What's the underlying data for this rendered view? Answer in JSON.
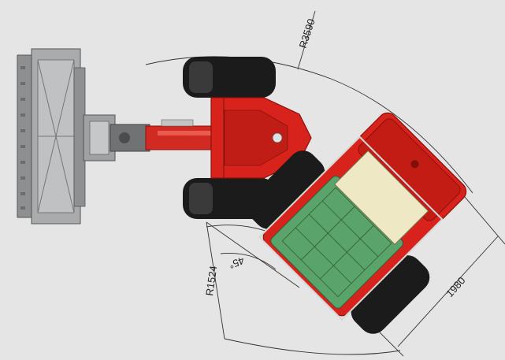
{
  "diagram": {
    "dimensions": {
      "outer_turning_radius": "R3590",
      "inner_turning_radius": "R1524",
      "articulation_angle": "45°",
      "vehicle_width": "1980"
    },
    "colors": {
      "background": "#e4e5e4",
      "chassis_red": "#d8231c",
      "chassis_dark_red": "#a8150f",
      "tire_black": "#1b1b1b",
      "attachment_grey": "#9a9c9e",
      "engine_green": "#5aa36a",
      "seat_cream": "#efe8c4",
      "dimension_line": "#333333"
    }
  }
}
